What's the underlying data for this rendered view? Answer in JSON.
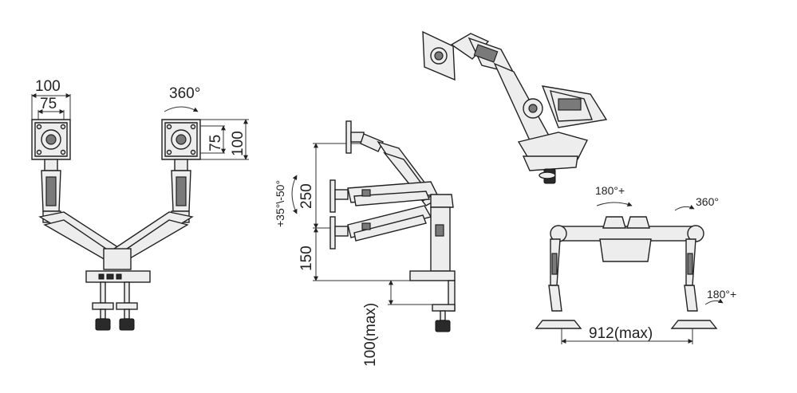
{
  "front_view": {
    "width_outer": "100",
    "width_inner": "75",
    "rotation": "360°",
    "height_inner": "75",
    "height_outer": "100"
  },
  "side_view": {
    "tilt": "+35°\\-50°",
    "vertical_travel": "250",
    "lower_height": "150",
    "clamp_max": "100(max)"
  },
  "top_view": {
    "swivel_top": "180°+",
    "rotation": "360°",
    "swivel_side": "180°+",
    "span_max": "912(max)"
  },
  "colors": {
    "line": "#222222",
    "fill": "#ededed",
    "dark": "#7a7a7a"
  }
}
